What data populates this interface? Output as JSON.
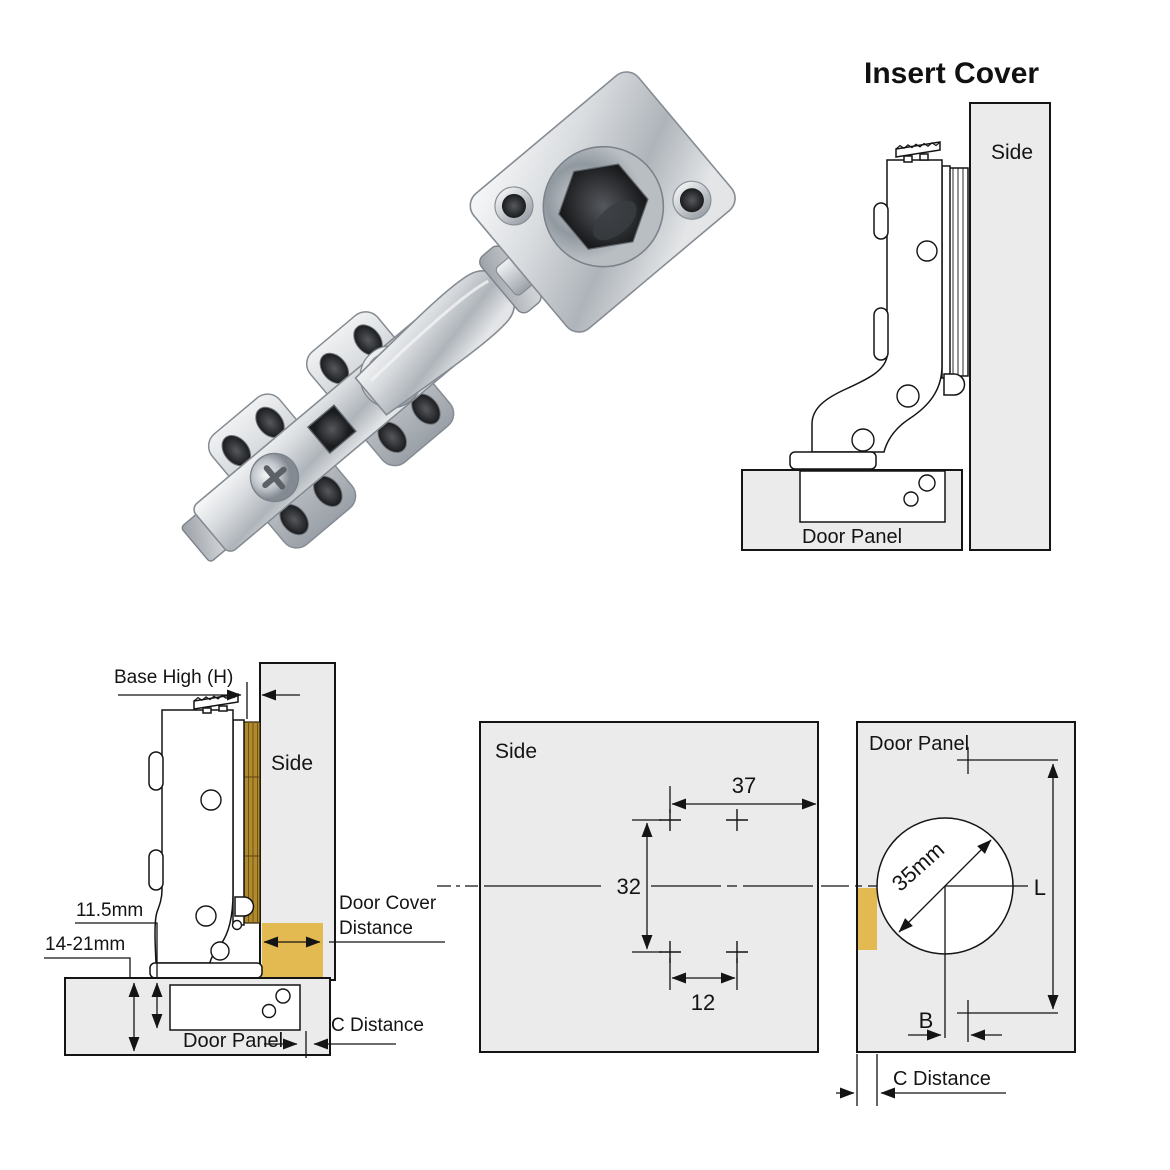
{
  "title": "Insert Cover",
  "insert_cover": {
    "side_label": "Side",
    "door_panel_label": "Door Panel"
  },
  "overlay": {
    "base_high_label": "Base High (H)",
    "side_label": "Side",
    "cup_depth_label": "11.5mm",
    "door_thickness_label": "14-21mm",
    "door_cover_line1": "Door Cover",
    "door_cover_line2": "Distance",
    "door_panel_label": "Door Panel",
    "c_distance_label": "C Distance"
  },
  "side_drilling": {
    "side_label": "Side",
    "edge_distance_mm": "37",
    "screw_spacing_mm": "32",
    "hole_pair_spacing_mm": "12"
  },
  "door_drilling": {
    "door_panel_label": "Door Panel",
    "cup_diameter_label": "35mm",
    "length_label": "L",
    "center_offset_label": "B",
    "c_distance_label": "C Distance"
  },
  "colors": {
    "panel_fill": "#ebebeb",
    "accent_gold": "#e3ba51",
    "base_gold": "#b28a2e",
    "line": "#141414"
  }
}
